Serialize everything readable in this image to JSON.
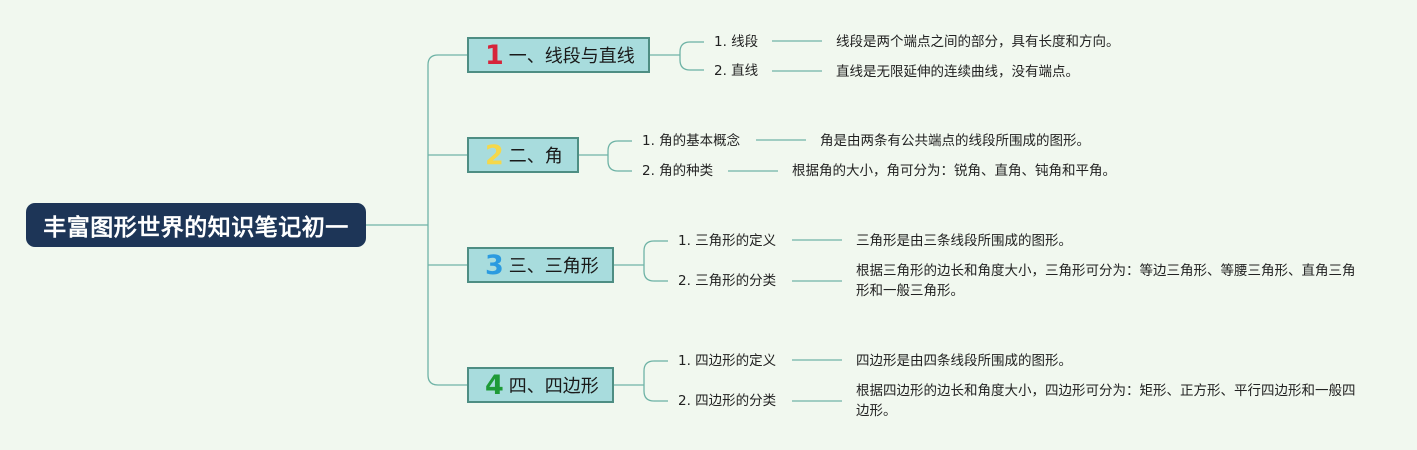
{
  "root": {
    "title": "丰富图形世界的知识笔记初一"
  },
  "branches": [
    {
      "number": "1",
      "title": "一、线段与直线",
      "color": "#d6243a",
      "items": [
        {
          "label": "1. 线段",
          "desc": "线段是两个端点之间的部分，具有长度和方向。"
        },
        {
          "label": "2. 直线",
          "desc": "直线是无限延伸的连续曲线，没有端点。"
        }
      ]
    },
    {
      "number": "2",
      "title": "二、角",
      "color": "#f5d84a",
      "items": [
        {
          "label": "1. 角的基本概念",
          "desc": "角是由两条有公共端点的线段所围成的图形。"
        },
        {
          "label": "2. 角的种类",
          "desc": "根据角的大小，角可分为：锐角、直角、钝角和平角。"
        }
      ]
    },
    {
      "number": "3",
      "title": "三、三角形",
      "color": "#2b9be0",
      "items": [
        {
          "label": "1. 三角形的定义",
          "desc": "三角形是由三条线段所围成的图形。"
        },
        {
          "label": "2. 三角形的分类",
          "desc": "根据三角形的边长和角度大小，三角形可分为：等边三角形、等腰三角形、直角三角形和一般三角形。"
        }
      ]
    },
    {
      "number": "4",
      "title": "四、四边形",
      "color": "#1e9a37",
      "items": [
        {
          "label": "1. 四边形的定义",
          "desc": "四边形是由四条线段所围成的图形。"
        },
        {
          "label": "2. 四边形的分类",
          "desc": "根据四边形的边长和角度大小，四边形可分为：矩形、正方形、平行四边形和一般四边形。"
        }
      ]
    }
  ],
  "colors": {
    "background": "#f1f8ef",
    "root_fill": "#1d3557",
    "branch_fill": "#a8dcdd",
    "branch_border": "#4e8e83",
    "connector": "#6fb3a6"
  }
}
